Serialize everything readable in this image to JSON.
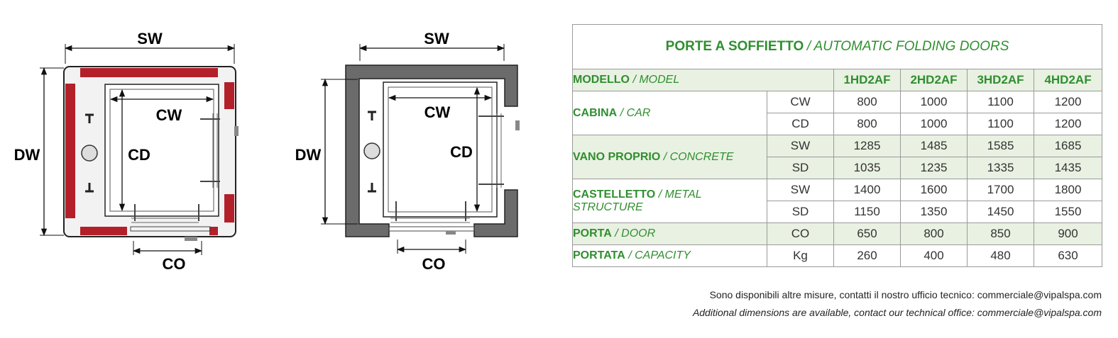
{
  "diagrams": {
    "left": {
      "labels": {
        "sw": "SW",
        "dw": "DW",
        "cw": "CW",
        "cd": "CD",
        "co": "CO"
      },
      "wall_color": "#b3202a"
    },
    "right": {
      "labels": {
        "sw": "SW",
        "dw": "DW",
        "cw": "CW",
        "cd": "CD",
        "co": "CO"
      },
      "wall_color": "#6b6b6b"
    }
  },
  "table": {
    "title_it": "PORTE A SOFFIETTO",
    "title_en": "/ AUTOMATIC FOLDING DOORS",
    "header": {
      "label_it": "MODELLO",
      "label_en": "/ MODEL",
      "models": [
        "1HD2AF",
        "2HD2AF",
        "3HD2AF",
        "4HD2AF"
      ]
    },
    "groups": [
      {
        "label_it": "CABINA",
        "label_en": "/ CAR",
        "rows": [
          {
            "unit": "CW",
            "values": [
              "800",
              "1000",
              "1100",
              "1200"
            ]
          },
          {
            "unit": "CD",
            "values": [
              "800",
              "1000",
              "1100",
              "1200"
            ]
          }
        ]
      },
      {
        "label_it": "VANO PROPRIO",
        "label_en": "/ CONCRETE",
        "rows": [
          {
            "unit": "SW",
            "values": [
              "1285",
              "1485",
              "1585",
              "1685"
            ]
          },
          {
            "unit": "SD",
            "values": [
              "1035",
              "1235",
              "1335",
              "1435"
            ]
          }
        ]
      },
      {
        "label_it": "CASTELLETTO",
        "label_en": "/ METAL STRUCTURE",
        "rows": [
          {
            "unit": "SW",
            "values": [
              "1400",
              "1600",
              "1700",
              "1800"
            ]
          },
          {
            "unit": "SD",
            "values": [
              "1150",
              "1350",
              "1450",
              "1550"
            ]
          }
        ]
      },
      {
        "label_it": "PORTA",
        "label_en": "/ DOOR",
        "rows": [
          {
            "unit": "CO",
            "values": [
              "650",
              "800",
              "850",
              "900"
            ]
          }
        ]
      },
      {
        "label_it": "PORTATA",
        "label_en": "/ CAPACITY",
        "rows": [
          {
            "unit": "Kg",
            "values": [
              "260",
              "400",
              "480",
              "630"
            ]
          }
        ]
      }
    ]
  },
  "notes": {
    "it": "Sono disponibili altre misure, contatti il nostro ufficio tecnico: commerciale@vipalspa.com",
    "en": "Additional dimensions are available, contact our technical office: commerciale@vipalspa.com"
  },
  "colors": {
    "green": "#2f8f2f",
    "shade": "#e9f1e2",
    "red": "#b3202a",
    "gray": "#6b6b6b"
  }
}
